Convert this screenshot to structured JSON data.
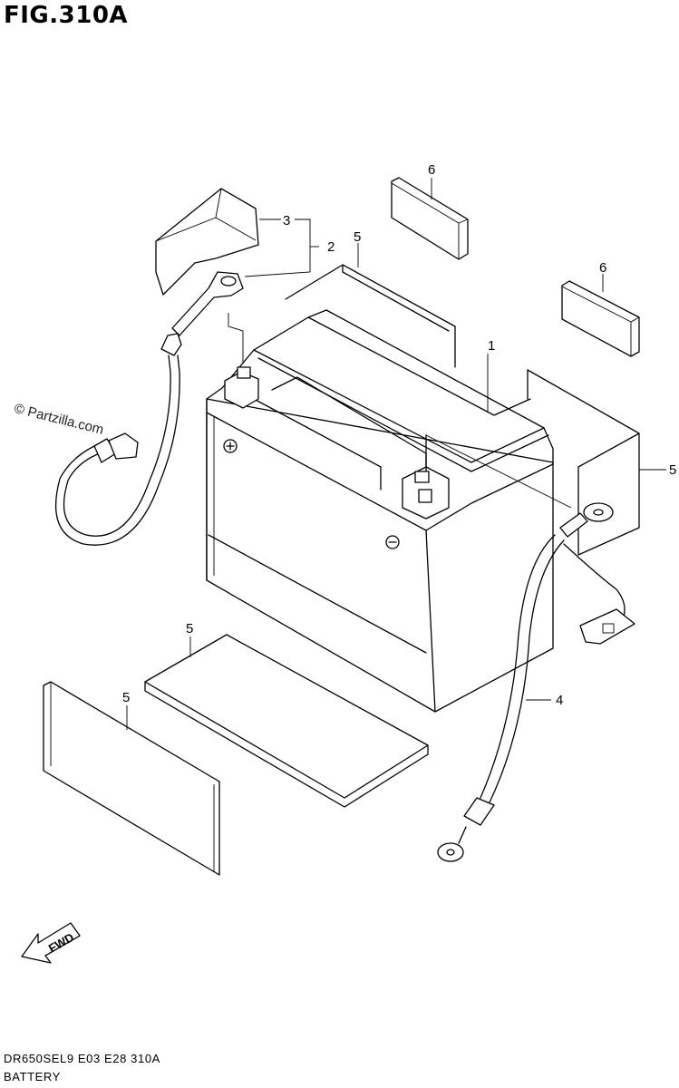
{
  "figure": {
    "title": "FIG.310A",
    "code": "DR650SEL9  E03  E28  310A",
    "caption": "BATTERY",
    "watermark": "© Partzilla.com"
  },
  "callouts": {
    "battery": "1",
    "positive_terminal_cover": "2",
    "positive_cap": "3",
    "negative_lead": "4",
    "pad_top": "5",
    "pad_side_right": "5",
    "pad_bottom": "5",
    "pad_front": "5",
    "spacer_upper": "6",
    "spacer_right": "6"
  },
  "fwd_label": "FWD"
}
